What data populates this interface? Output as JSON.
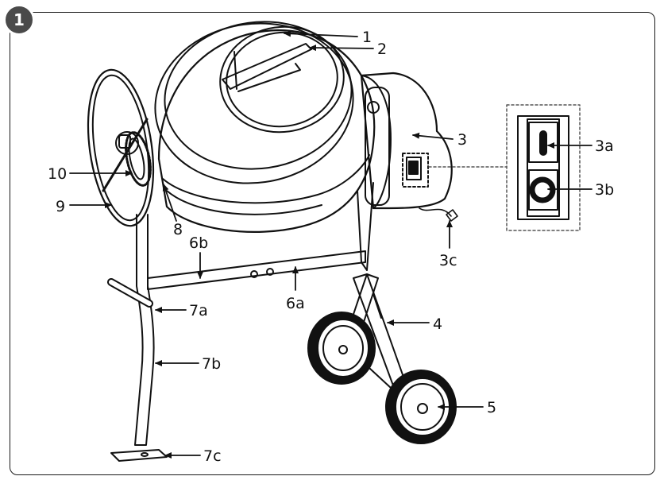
{
  "figure": {
    "badge": "1",
    "labels": {
      "l1": "1",
      "l2": "2",
      "l3": "3",
      "l3a": "3a",
      "l3b": "3b",
      "l3c": "3c",
      "l4": "4",
      "l5": "5",
      "l6a": "6a",
      "l6b": "6b",
      "l7a": "7a",
      "l7b": "7b",
      "l7c": "7c",
      "l8": "8",
      "l9": "9",
      "l10": "10"
    }
  },
  "colors": {
    "line": "#111111",
    "dashed": "#555555",
    "badge": "#4a4a4a"
  }
}
